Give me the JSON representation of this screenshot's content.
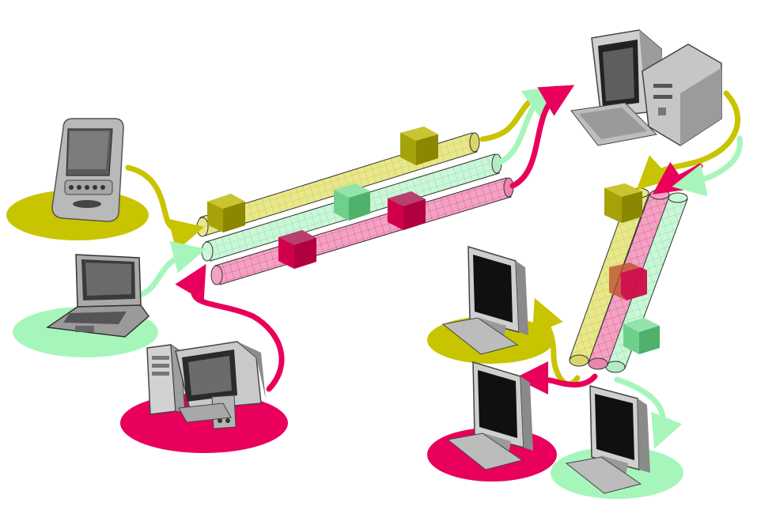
{
  "diagram": {
    "kind": "network-data-channels",
    "colors": {
      "yellow_channel": "#e8e78a",
      "green_channel": "#c9f7d7",
      "pink_channel": "#f4a2c4",
      "yellow_accent": "#c8c400",
      "green_accent": "#a6f6bc",
      "pink_accent": "#e8005c",
      "yellow_packet": "#a6a20a",
      "green_packet": "#5fc47d",
      "pink_packet": "#d1004d",
      "device_gray": "#9e9e9e",
      "screen_black": "#111111"
    },
    "source_devices": [
      {
        "id": "pda",
        "icon": "pda-icon",
        "channel_color": "yellow"
      },
      {
        "id": "laptop",
        "icon": "laptop-icon",
        "channel_color": "green"
      },
      {
        "id": "desktop",
        "icon": "desktop-computer-icon",
        "channel_color": "pink"
      }
    ],
    "server": {
      "id": "server",
      "icon": "server-computer-icon"
    },
    "receiver_devices": [
      {
        "id": "terminal-yellow",
        "icon": "lcd-monitor-icon",
        "channel_color": "yellow"
      },
      {
        "id": "terminal-pink",
        "icon": "lcd-monitor-icon",
        "channel_color": "pink"
      },
      {
        "id": "terminal-green",
        "icon": "lcd-monitor-icon",
        "channel_color": "green"
      }
    ],
    "packets": [
      {
        "channel": "yellow",
        "pipe": "main"
      },
      {
        "channel": "green",
        "pipe": "main"
      },
      {
        "channel": "pink",
        "pipe": "main"
      },
      {
        "channel": "pink",
        "pipe": "main"
      },
      {
        "channel": "yellow",
        "pipe": "right"
      },
      {
        "channel": "pink",
        "pipe": "right"
      },
      {
        "channel": "green",
        "pipe": "right"
      }
    ]
  }
}
